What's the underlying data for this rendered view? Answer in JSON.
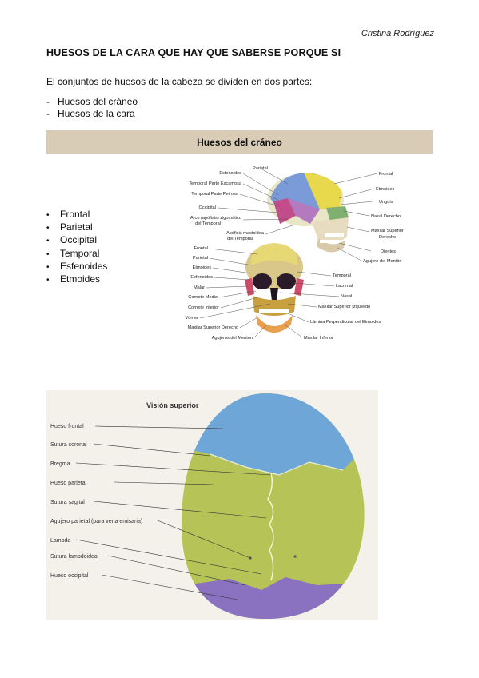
{
  "author": "Cristina Rodríguez",
  "title": "HUESOS DE LA CARA QUE HAY QUE SABERSE PORQUE SI",
  "intro": "El conjuntos de huesos de la cabeza se dividen en dos partes:",
  "parts": [
    "Huesos del cráneo",
    "Huesos de la cara"
  ],
  "section_title": "Huesos del cráneo",
  "cranium_bones": [
    "Frontal",
    "Parietal",
    "Occipital",
    "Temporal",
    "Esfenoides",
    "Etmoides"
  ],
  "figure1": {
    "left_labels": [
      "Parietal",
      "Esfenoides",
      "Temporal Parte Escamosa",
      "Temporal Parte Petrosa",
      "Occipital",
      "Arco (apófisis) zigomático",
      "del Temporal",
      "Apófisis mastoidea",
      "del Temporal"
    ],
    "right_labels": [
      "Frontal",
      "Etmoides",
      "Unguis",
      "Nasal Derecho",
      "Maxilar Superior",
      "Derecho",
      "Dientes",
      "Agujero del Mentón"
    ],
    "front_left_labels": [
      "Frontal",
      "Parietal",
      "Etmoides",
      "Esfenoides",
      "Malar",
      "Cornete Medio",
      "Cornete Inferior",
      "Vómer",
      "Maxilar Superior Derecho",
      "Agujeros del Mentón"
    ],
    "front_right_labels": [
      "Temporal",
      "Lacrimal",
      "Nasal",
      "Maxilar Superior Izquierdo",
      "Lámina Perpendicular del Etmoides",
      "Maxilar Inferior"
    ]
  },
  "figure2": {
    "heading": "Visión superior",
    "labels": [
      "Hueso frontal",
      "Sutura coronal",
      "Bregma",
      "Hueso parietal",
      "Sutura sagital",
      "Agujero parietal (para vena emisaria)",
      "Lambda",
      "Sutura lambdoidea",
      "Hueso occipital"
    ]
  },
  "colors": {
    "section_bar": "#d9ccb6",
    "frontal_blue": "#6fa6d8",
    "parietal_green": "#b6c457",
    "occipital_purple": "#8a72c0",
    "skull_bone": "#d8c789"
  }
}
